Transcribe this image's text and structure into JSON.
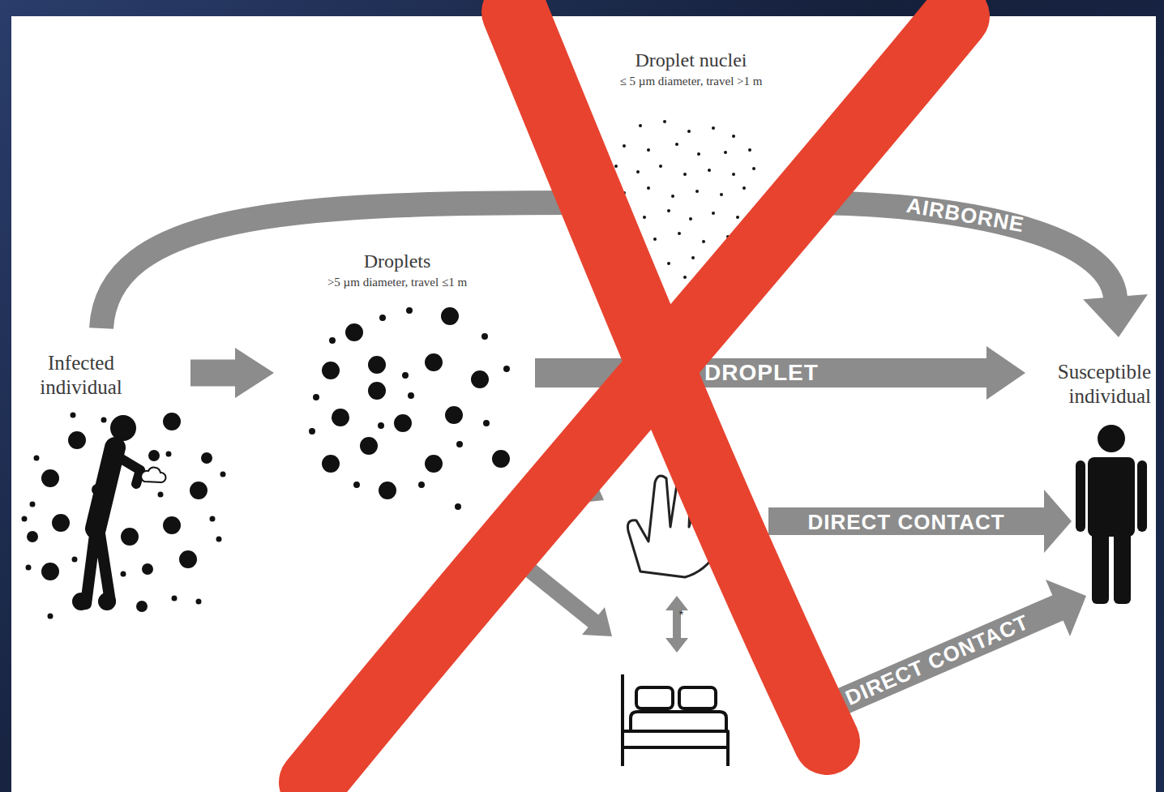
{
  "diagram": {
    "nodes": [
      {
        "text": [
          "Infected individual"
        ]
      },
      {
        "text": [
          "Droplets",
          ">5 µm diameter, travel ≤1 m"
        ]
      },
      {
        "text": [
          "Droplet nuclei",
          "≤ 5 µm diameter, travel >1 m"
        ]
      },
      {
        "text": [
          "Susceptible individual"
        ]
      }
    ],
    "edges": [
      {
        "from": 0,
        "to": 1,
        "arrow": "to"
      },
      {
        "from": 0,
        "to": 2,
        "arrow": "none"
      },
      {
        "from": 2,
        "to": 3,
        "label": "AIRBORNE",
        "arrow": "to"
      },
      {
        "from": 1,
        "to": 3,
        "label": "DROPLET",
        "arrow": "to"
      }
    ],
    "labels": [
      "DIRECT CONTACT",
      "DIRECT CONTACT",
      "*"
    ]
  }
}
